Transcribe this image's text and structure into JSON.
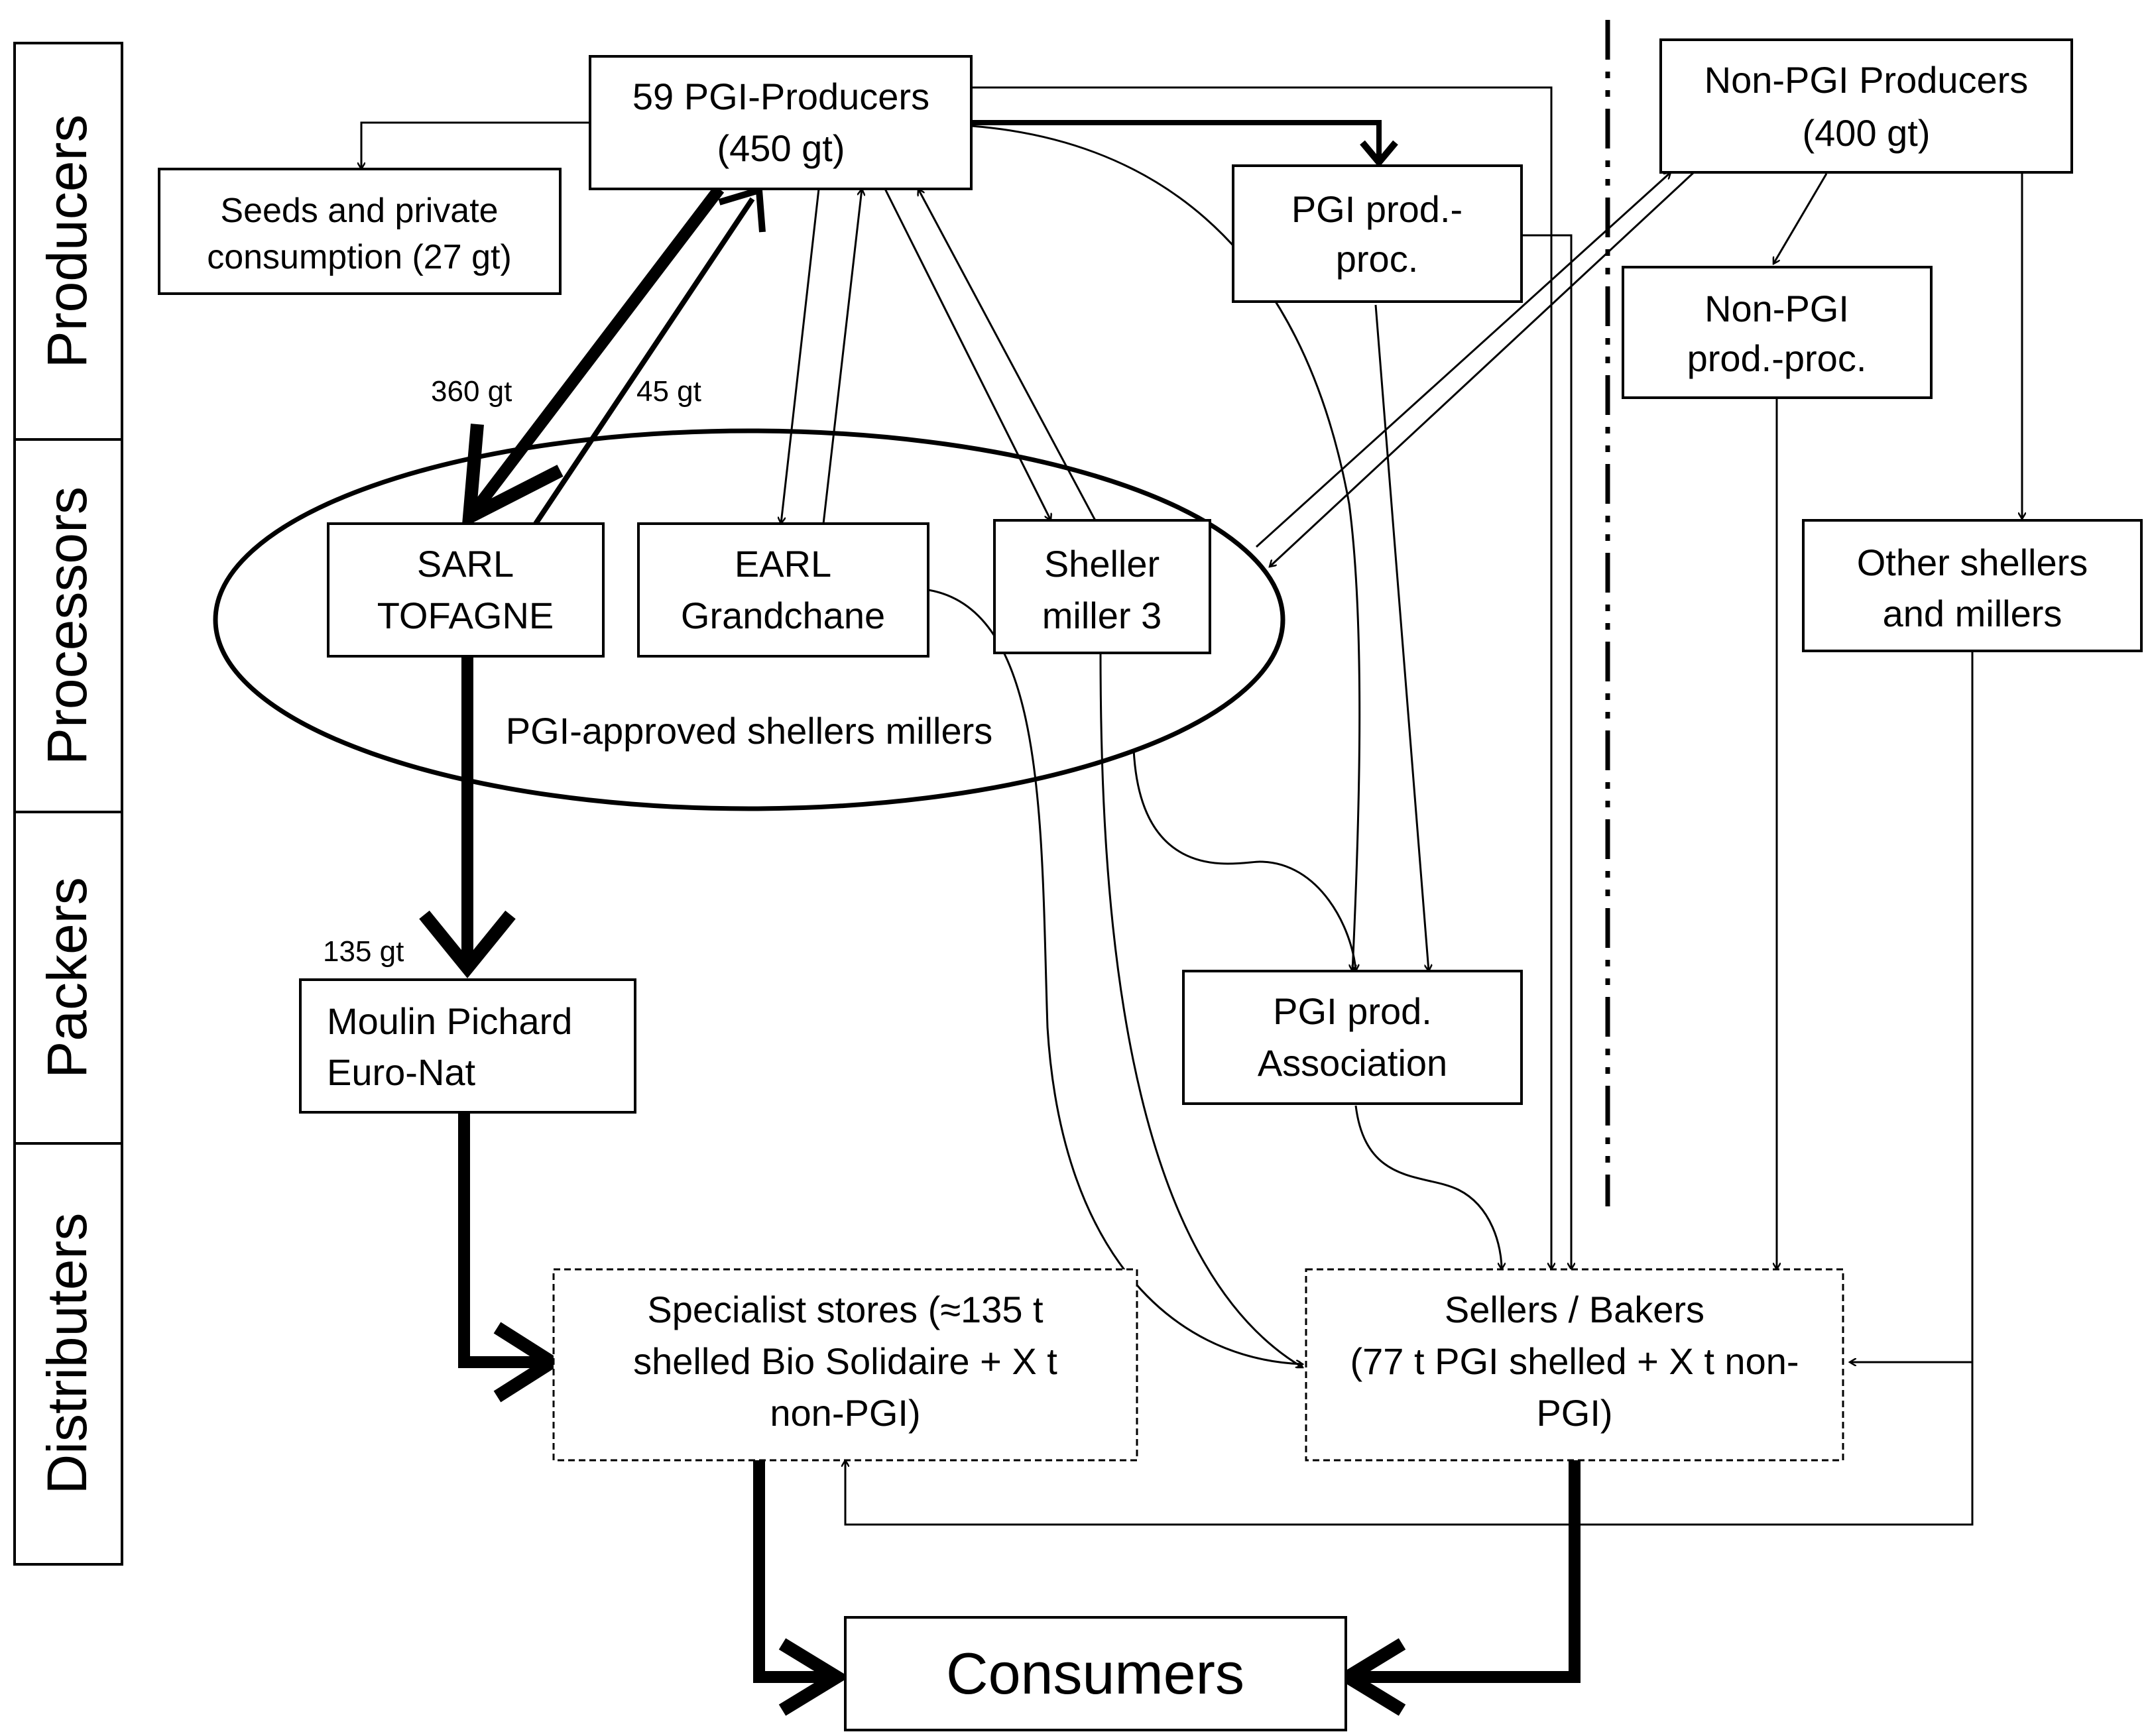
{
  "stages": [
    "Producers",
    "Processors",
    "Packers",
    "Distributers"
  ],
  "nodes": {
    "pgi_producers": [
      "59 PGI-Producers",
      "(450 gt)"
    ],
    "seeds": [
      "Seeds and private",
      "consumption (27 gt)"
    ],
    "pgi_prod_proc": [
      "PGI prod.-",
      "proc."
    ],
    "non_pgi_producers": [
      "Non-PGI Producers",
      "(400 gt)"
    ],
    "non_pgi_prod_proc": [
      "Non-PGI",
      "prod.-proc."
    ],
    "sarl": [
      "SARL",
      "TOFAGNE"
    ],
    "earl": [
      "EARL",
      "Grandchane"
    ],
    "sheller3": [
      "Sheller",
      "miller 3"
    ],
    "other_shellers": [
      "Other shellers",
      "and millers"
    ],
    "moulin": [
      "Moulin Pichard",
      "Euro-Nat"
    ],
    "pgi_association": [
      "PGI prod.",
      "Association"
    ],
    "specialist": [
      "Specialist stores (≈135 t",
      "shelled Bio Solidaire + X t",
      "non-PGI)"
    ],
    "sellers": [
      "Sellers / Bakers",
      "(77 t PGI shelled + X t non-",
      "PGI)"
    ],
    "consumers": "Consumers"
  },
  "ellipse_label": "PGI-approved shellers millers",
  "flow_labels": {
    "to_sarl": "360 gt",
    "from_sarl": "45 gt",
    "to_moulin": "135 gt"
  }
}
